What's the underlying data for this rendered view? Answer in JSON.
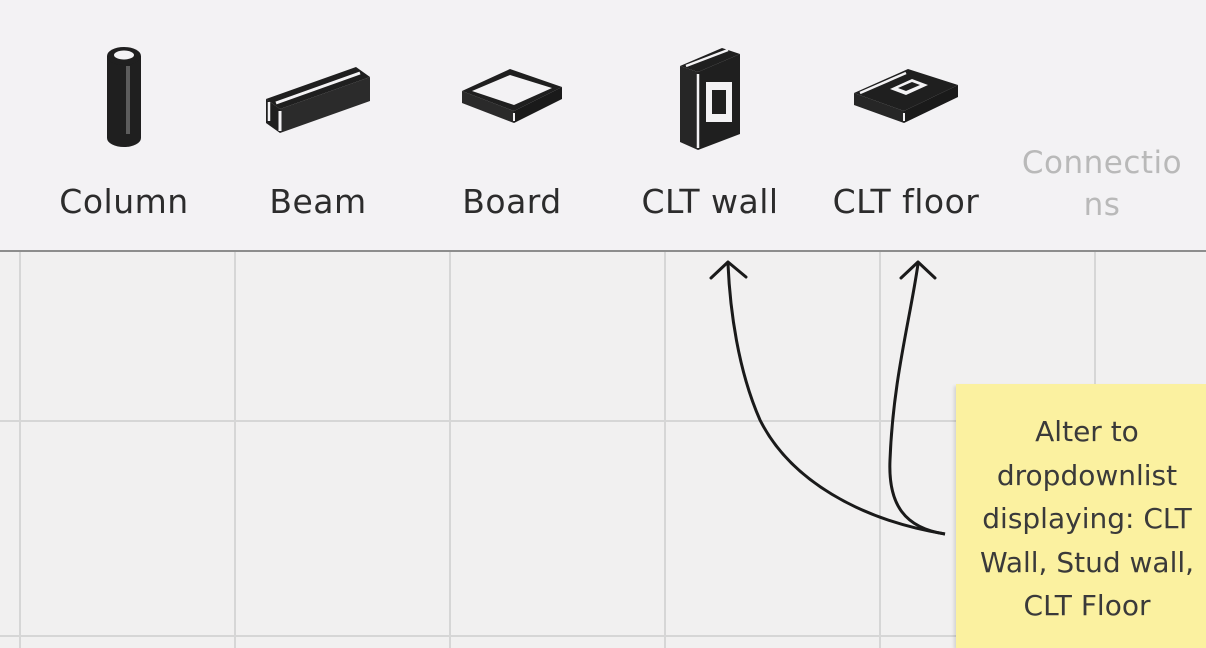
{
  "toolbar": {
    "tools": [
      {
        "label": "Column",
        "icon": "column-icon"
      },
      {
        "label": "Beam",
        "icon": "beam-icon"
      },
      {
        "label": "Board",
        "icon": "board-icon"
      },
      {
        "label": "CLT wall",
        "icon": "clt-wall-icon"
      },
      {
        "label": "CLT floor",
        "icon": "clt-floor-icon"
      },
      {
        "label": "Connectio\nns",
        "state": "disabled"
      }
    ]
  },
  "annotation": {
    "note_text": "Alter to dropdownlist displaying: CLT Wall, Stud wall, CLT Floor",
    "note_color": "#fbf1a0"
  },
  "colors": {
    "toolbar_bg": "#f3f2f4",
    "icon_fill": "#222222",
    "disabled_text": "#b9b9b9",
    "grid_line": "#d6d6d6"
  }
}
